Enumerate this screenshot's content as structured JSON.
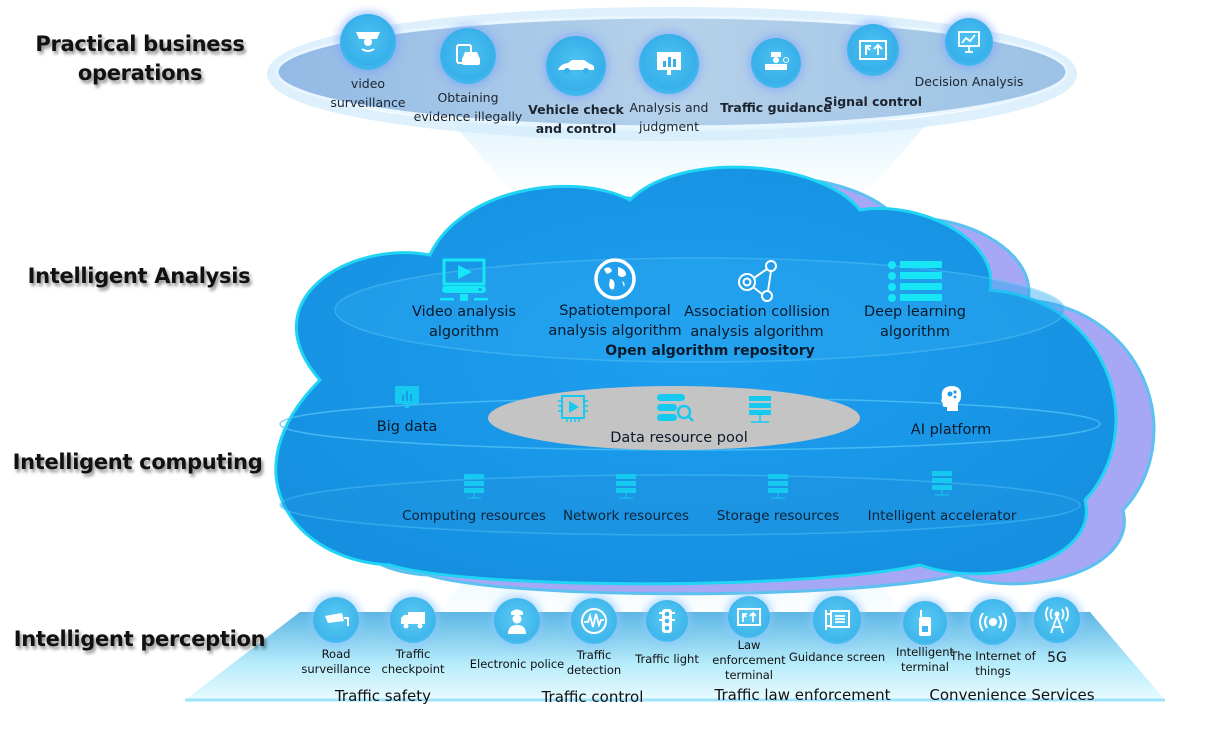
{
  "colors": {
    "cloud_main": "#1a9be8",
    "cloud_back": "#a6a8f5",
    "cloud_edge": "#1fd4f5",
    "icon_cyan": "#16e6f5",
    "data_pool": "#c4c4c4",
    "business_ring": "#9ec2e2",
    "perception_floor": "#6fc2e8"
  },
  "layers": {
    "business": "Practical business operations",
    "analysis": "Intelligent Analysis",
    "computing": "Intelligent computing",
    "perception": "Intelligent perception"
  },
  "business": {
    "items": [
      {
        "icon": "surveillance-camera-icon",
        "label": "video surveillance",
        "bold": false
      },
      {
        "icon": "clipboard-car-icon",
        "label": "Obtaining evidence illegally",
        "bold": false
      },
      {
        "icon": "police-car-icon",
        "label": "Vehicle check and control",
        "bold": true
      },
      {
        "icon": "bar-chart-monitor-icon",
        "label": "Analysis and judgment",
        "bold": false
      },
      {
        "icon": "traffic-officer-icon",
        "label": "Traffic guidance",
        "bold": true
      },
      {
        "icon": "turn-arrows-sign-icon",
        "label": "Signal control",
        "bold": true
      },
      {
        "icon": "presentation-chart-icon",
        "label": "Decision Analysis",
        "bold": false
      }
    ]
  },
  "analysis": {
    "algorithms": [
      {
        "icon": "video-monitor-icon",
        "label": "Video analysis algorithm"
      },
      {
        "icon": "globe-icon",
        "label": "Spatiotemporal analysis algorithm"
      },
      {
        "icon": "network-nodes-icon",
        "label": "Association collision analysis algorithm"
      },
      {
        "icon": "list-icon",
        "label": "Deep learning algorithm"
      }
    ],
    "repository_label": "Open algorithm repository"
  },
  "computing": {
    "big_data": {
      "icon": "bar-chart-icon",
      "label": "Big data"
    },
    "data_pool": {
      "label": "Data resource pool",
      "icons": [
        "video-chip-icon",
        "database-search-icon",
        "server-network-icon"
      ]
    },
    "ai_platform": {
      "icon": "brain-head-icon",
      "label": "AI platform"
    },
    "resources": [
      {
        "icon": "server-icon",
        "label": "Computing resources"
      },
      {
        "icon": "server-icon",
        "label": "Network resources"
      },
      {
        "icon": "server-icon",
        "label": "Storage resources"
      },
      {
        "icon": "server-icon",
        "label": "Intelligent accelerator"
      }
    ]
  },
  "perception": {
    "items": [
      {
        "icon": "cctv-camera-icon",
        "label": "Road surveillance"
      },
      {
        "icon": "truck-icon",
        "label": "Traffic checkpoint"
      },
      {
        "icon": "police-officer-icon",
        "label": "Electronic police"
      },
      {
        "icon": "waveform-icon",
        "label": "Traffic detection"
      },
      {
        "icon": "traffic-light-icon",
        "label": "Traffic light"
      },
      {
        "icon": "turn-arrows-sign-icon",
        "label": "Law enforcement terminal"
      },
      {
        "icon": "guidance-screen-icon",
        "label": "Guidance screen"
      },
      {
        "icon": "walkie-talkie-icon",
        "label": "Intelligent terminal"
      },
      {
        "icon": "broadcast-icon",
        "label": "The Internet of things"
      },
      {
        "icon": "antenna-tower-icon",
        "label": "5G"
      }
    ],
    "categories": [
      "Traffic safety",
      "Traffic control",
      "Traffic law enforcement",
      "Convenience Services"
    ]
  }
}
